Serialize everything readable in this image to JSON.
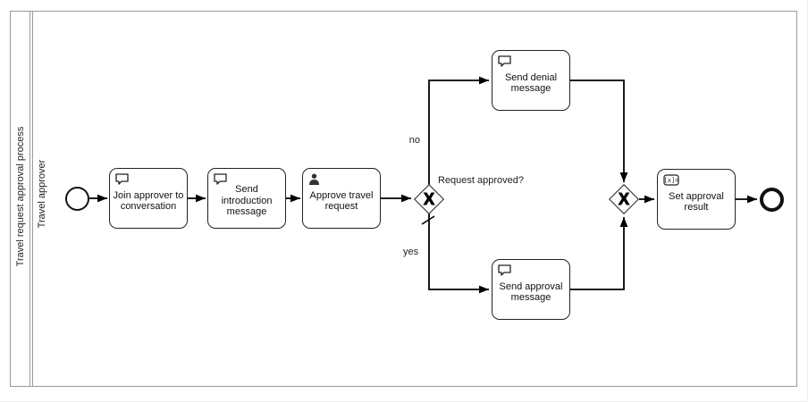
{
  "pool": {
    "label": "Travel request approval process",
    "lane_label": "Travel approver"
  },
  "tasks": {
    "join_approver": {
      "label": "Join approver to conversation",
      "icon": "message"
    },
    "send_introduction": {
      "label": "Send introduction message",
      "icon": "message"
    },
    "approve_travel": {
      "label": "Approve travel request",
      "icon": "user"
    },
    "send_denial": {
      "label": "Send denial message",
      "icon": "message"
    },
    "send_approval": {
      "label": "Send approval message",
      "icon": "message"
    },
    "set_result": {
      "label": "Set approval result",
      "icon": "expression"
    }
  },
  "gateways": {
    "split": {
      "label": "Request approved?",
      "marker": "X",
      "type": "exclusive"
    },
    "merge": {
      "marker": "X",
      "type": "exclusive"
    }
  },
  "flow_labels": {
    "no": "no",
    "yes": "yes"
  },
  "icons": {
    "message_icon": "speech-bubble",
    "user_icon": "person-silhouette",
    "expression_glyph": "[x]="
  },
  "colors": {
    "element_stroke": "#222222",
    "flow_stroke": "#000000",
    "pool_stroke": "#9a9a9a",
    "fill": "#ffffff"
  }
}
